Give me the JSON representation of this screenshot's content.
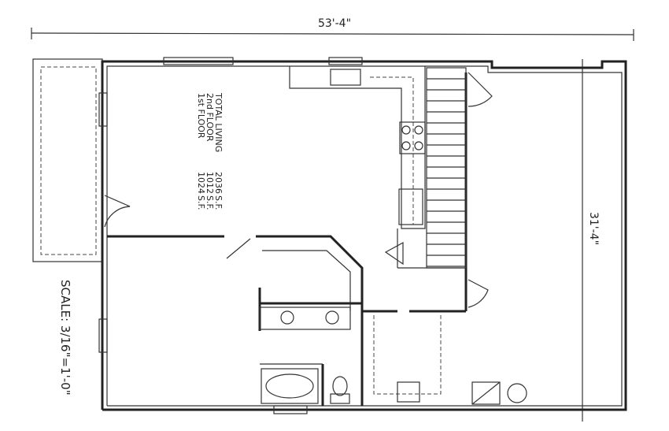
{
  "dimensions": {
    "width": "53'-4\"",
    "depth": "31'-4\""
  },
  "area_table": [
    {
      "label": "1st FLOOR",
      "value": "1024",
      "unit": "S.F."
    },
    {
      "label": "2nd FLOOR",
      "value": "1012",
      "unit": "S.F."
    },
    {
      "label": "TOTAL LIVING",
      "value": "2036",
      "unit": "S.F."
    }
  ],
  "scale": "SCALE: 3/16\"=1'-0\""
}
